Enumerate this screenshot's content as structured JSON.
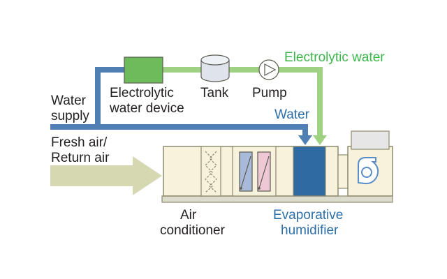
{
  "labels": {
    "water_supply_1": "Water",
    "water_supply_2": "supply",
    "fresh_air_1": "Fresh air/",
    "fresh_air_2": "Return air",
    "device_1": "Electrolytic",
    "device_2": "water device",
    "tank": "Tank",
    "pump": "Pump",
    "electrolytic_water": "Electrolytic water",
    "water": "Water",
    "air_conditioner_1": "Air",
    "air_conditioner_2": "conditioner",
    "humidifier_1": "Evaporative",
    "humidifier_2": "humidifier"
  },
  "colors": {
    "water_pipe": "#4f7fb3",
    "electrolytic_pipe": "#9fd183",
    "device_box": "#6dbb5a",
    "label_green": "#3bb44a",
    "label_blue": "#2d6ea8",
    "unit_fill": "#f6f2dc",
    "unit_stroke": "#8e8a6e",
    "humidifier_fill": "#2f6aa3",
    "coil_blue": "#a9b9d9",
    "coil_pink": "#efc8d6",
    "air_arrow": "#d6d8b2",
    "fan_accent": "#5a8cc8"
  }
}
